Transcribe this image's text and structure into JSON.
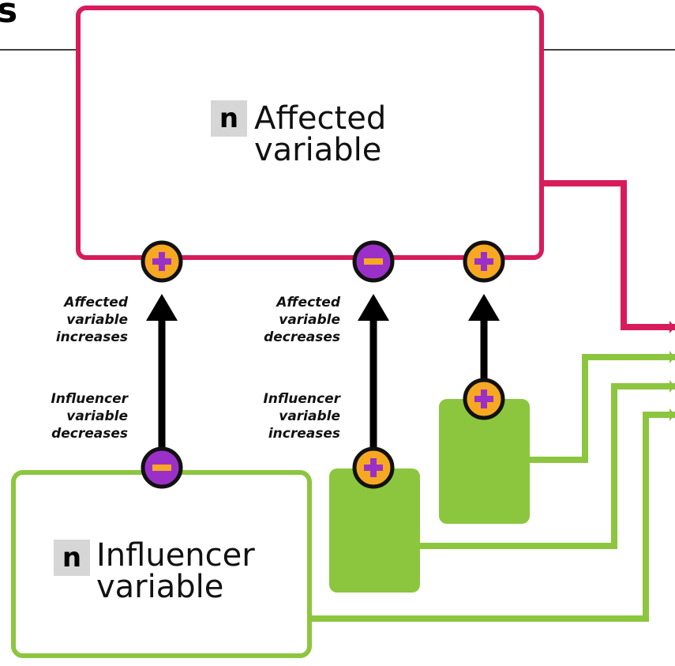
{
  "header": {
    "title_fragment": "s"
  },
  "affected_box": {
    "badge": "n",
    "label_line1": "Affected",
    "label_line2": "variable"
  },
  "influencer_box": {
    "badge": "n",
    "label_line1": "Influencer",
    "label_line2": "variable"
  },
  "left_link": {
    "effect_label": "Affected\nvariable\nincreases",
    "cause_label": "Influencer\nvariable\ndecreases"
  },
  "middle_link": {
    "effect_label": "Affected\nvariable\ndecreases",
    "cause_label": "Influencer\nvariable\nincreases"
  },
  "colors": {
    "affected_border": "#d81b5a",
    "influencer_border": "#8cc63f",
    "plus_fill": "#f7a823",
    "minus_fill": "#9b30c8",
    "sign_glyph_plus": "#9b30c8",
    "sign_glyph_minus": "#f7a823",
    "arrow": "#000000"
  }
}
